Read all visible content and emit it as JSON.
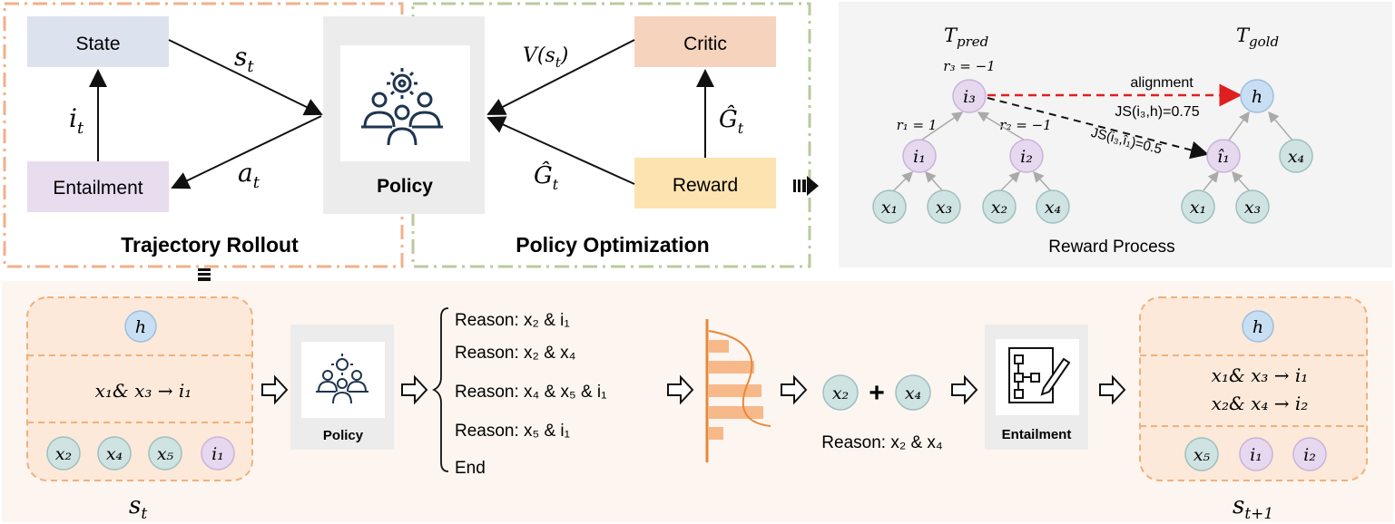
{
  "top_left": {
    "state": "State",
    "entailment": "Entailment",
    "policy": "Policy",
    "critic": "Critic",
    "reward": "Reward",
    "s_t": "s",
    "s_t_sub": "t",
    "a_t": "a",
    "a_t_sub": "t",
    "i_t": "i",
    "i_t_sub": "t",
    "v_label": "V(s",
    "v_sub": "t",
    "v_close": ")",
    "g_hat": "Ĝ",
    "g_sub": "t",
    "trajectory_title": "Trajectory Rollout",
    "optimization_title": "Policy Optimization"
  },
  "reward_process": {
    "t_pred": "T",
    "t_pred_sub": "pred",
    "t_gold": "T",
    "t_gold_sub": "gold",
    "r3": "r₃ = −1",
    "r1": "r₁ = 1",
    "r2": "r₂ = −1",
    "alignment": "alignment",
    "js_h": "JS(i₃,h)=0.75",
    "js_i1": "JS(i₃,î₁)=0.5",
    "title": "Reward Process",
    "nodes": {
      "i3": "i₃",
      "i1": "i₁",
      "i2": "i₂",
      "x1": "x₁",
      "x3": "x₃",
      "x2": "x₂",
      "x4": "x₄",
      "h": "h",
      "i1hat": "î₁",
      "gx4": "x₄",
      "gx1": "x₁",
      "gx3": "x₃"
    }
  },
  "bottom": {
    "state_h": "h",
    "state_rule": "x₁& x₃ → i₁",
    "state_nodes": [
      "x₂",
      "x₄",
      "x₅",
      "i₁"
    ],
    "s_t": "s",
    "s_t_sub": "t",
    "policy_label": "Policy",
    "reasons": [
      "Reason: x₂ & i₁",
      "Reason: x₂ & x₄",
      "Reason: x₄ & x₅ & i₁",
      "Reason: x₅ & i₁",
      "End"
    ],
    "chosen_a": "x₂",
    "chosen_b": "x₄",
    "chosen_label": "Reason: x₂ & x₄",
    "entailment_label": "Entailment",
    "next_h": "h",
    "next_rule1": "x₁& x₃ → i₁",
    "next_rule2": "x₂& x₄ → i₂",
    "next_nodes": [
      "x₅",
      "i₁",
      "i₂"
    ],
    "s_next": "s",
    "s_next_sub": "t+1"
  },
  "colors": {
    "state_bg": "#dde3ee",
    "entail_bg": "#e8dcef",
    "critic_bg": "#f6d3bd",
    "reward_bg": "#fde3b0",
    "policy_bg": "#ececec",
    "orange_dash": "#f2b08a",
    "green_dash": "#b9ca9e",
    "node_teal": "#cfe3e3",
    "node_purple": "#e6d8ef",
    "node_blue": "#c8def2"
  }
}
